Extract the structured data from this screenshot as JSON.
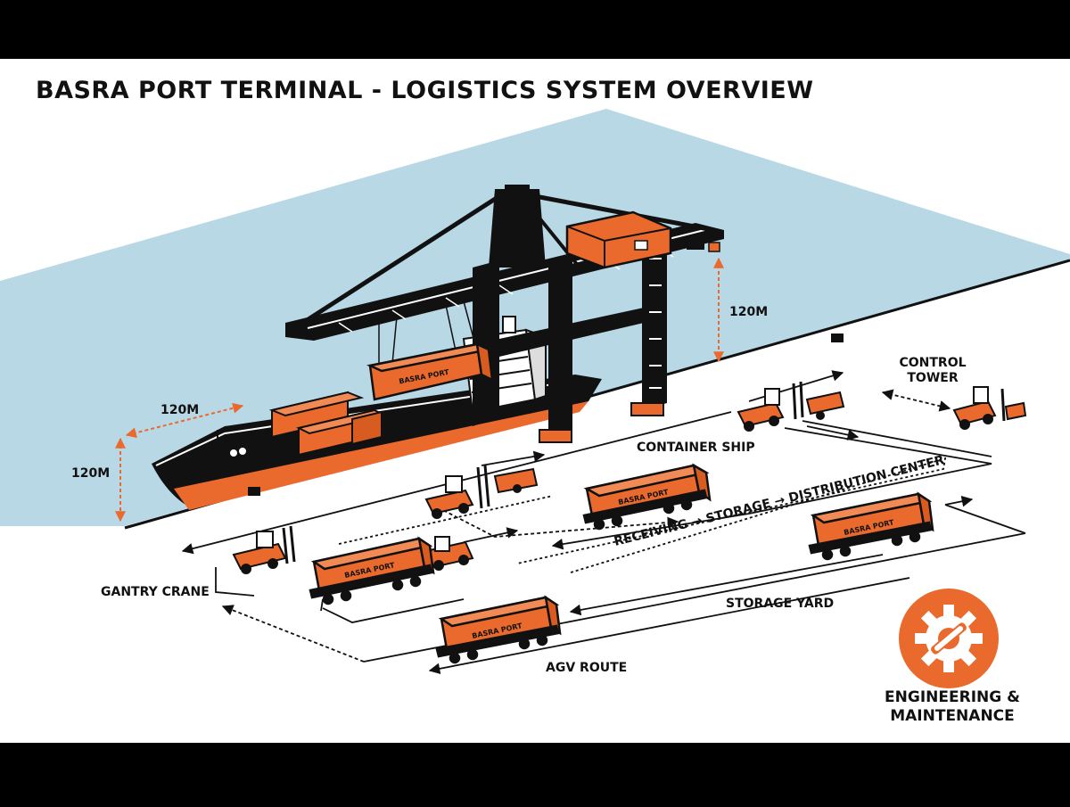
{
  "title": "BASRA PORT TERMINAL - LOGISTICS SYSTEM OVERVIEW",
  "labels": {
    "ship_height": "120M",
    "crane_height": "120M",
    "ship_width": "120M",
    "control_tower_line1": "CONTROL",
    "control_tower_line2": "TOWER",
    "container_ship": "CONTAINER SHIP",
    "gantry_crane": "GANTRY CRANE",
    "storage_yard": "STORAGE YARD",
    "agv_route": "AGV ROUTE",
    "flow": "RECEIVING → STORAGE → DISTRIBUTION CENTER",
    "engineering_line1": "ENGINEERING &",
    "engineering_line2": "MAINTENANCE"
  },
  "container_marking": "BASRA PORT",
  "icons": {
    "engineering": "gear-wrench-icon"
  },
  "colors": {
    "water": "#b9d8e6",
    "ground": "#ffffff",
    "orange": "#e96a2c",
    "ink": "#111111",
    "letterbox": "#000000"
  }
}
